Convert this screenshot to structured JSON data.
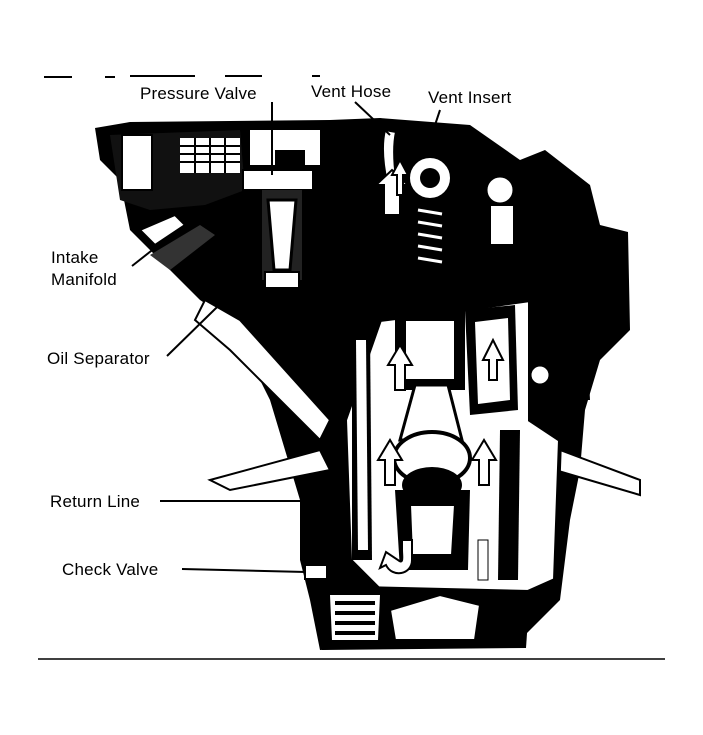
{
  "labels": {
    "pressure_valve": "Pressure Valve",
    "vent_hose": "Vent Hose",
    "vent_insert": "Vent Insert",
    "intake_manifold_line1": "Intake",
    "intake_manifold_line2": "Manifold",
    "oil_separator": "Oil Separator",
    "return_line": "Return Line",
    "check_valve": "Check Valve"
  },
  "colors": {
    "ink": "#000000",
    "paper": "#ffffff"
  }
}
